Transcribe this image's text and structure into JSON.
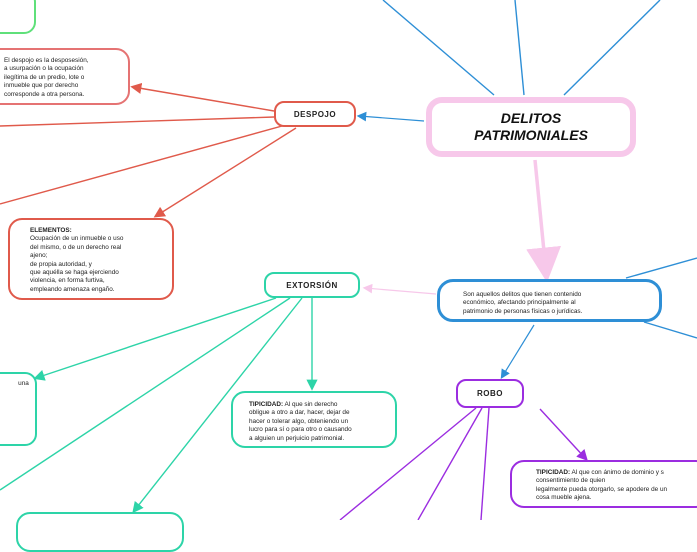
{
  "title": {
    "line1": "DELITOS",
    "line2": "PATRIMONIALES"
  },
  "definicion": {
    "lines": [
      "Son aquellos delitos que tienen contenido",
      "económico, afectando principalmente al",
      "patrimonio de personas físicas o jurídicas."
    ]
  },
  "despojo": {
    "label": "DESPOJO",
    "definition_lines": [
      "El despojo es la desposesión,",
      "a usurpación o la ocupación",
      "ilegítima de un predio, lote o",
      "inmueble que por derecho",
      "corresponde a otra persona."
    ],
    "elementos_heading": "ELEMENTOS:",
    "elementos_lines": [
      "Ocupación de un inmueble o uso",
      "del mismo, o de un derecho real",
      "ajeno;",
      "de propia autoridad, y",
      "que aquélla se haga ejerciendo",
      "violencia, en forma furtiva,",
      "empleando amenaza engaño."
    ]
  },
  "extorsion": {
    "label": "EXTORSIÓN",
    "tipicidad_heading": "TIPICIDAD:",
    "tipicidad_lines": [
      " Al que sin derecho",
      "obligue a otro a dar, hacer, dejar de",
      "hacer o tolerar algo, obteniendo un",
      "lucro para sí o para otro o causando",
      "a alguien un perjuicio patrimonial."
    ],
    "partial_text": "una"
  },
  "robo": {
    "label": "ROBO",
    "tipicidad_heading": "TIPICIDAD:",
    "tipicidad_lines": [
      " Al que con ánimo de dominio y s",
      "consentimiento de quien",
      "legalmente pueda otorgarlo, se apodere de un",
      "cosa mueble ajena."
    ]
  },
  "colors": {
    "title_border": "#f7c8ea",
    "definicion_border": "#2e8fd6",
    "despojo_branch": "#e05a4b",
    "extorsion_branch": "#2dd4a8",
    "robo_branch": "#9b2de0",
    "pink_connector": "#f7c8ea"
  }
}
